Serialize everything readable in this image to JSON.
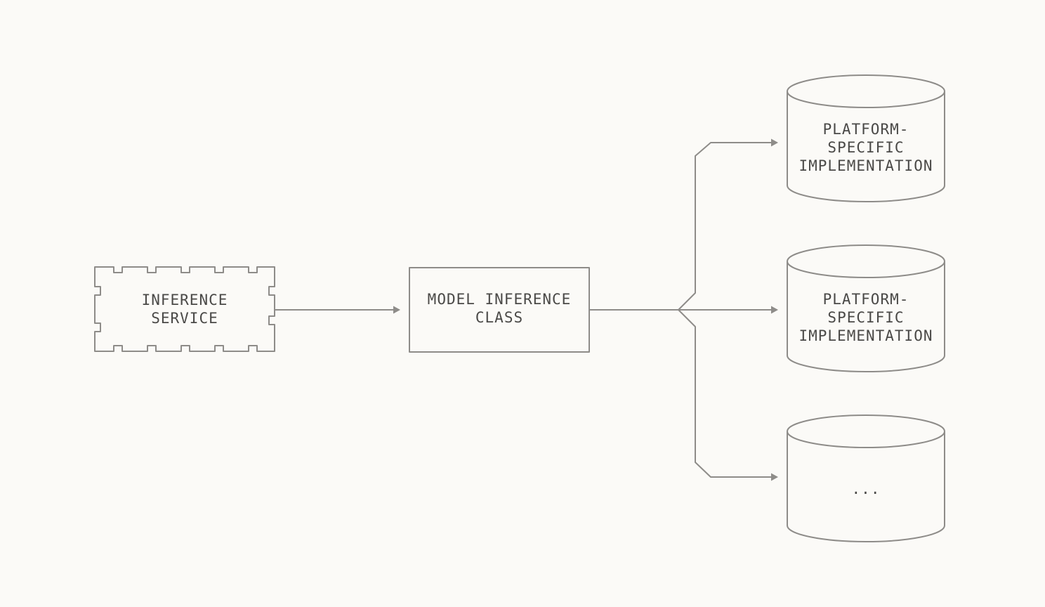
{
  "nodes": {
    "inference_service": {
      "line1": "INFERENCE",
      "line2": "SERVICE"
    },
    "model_inference_class": {
      "line1": "MODEL INFERENCE",
      "line2": "CLASS"
    },
    "platform_impl_1": {
      "line1": "PLATFORM-",
      "line2": "SPECIFIC",
      "line3": "IMPLEMENTATION"
    },
    "platform_impl_2": {
      "line1": "PLATFORM-",
      "line2": "SPECIFIC",
      "line3": "IMPLEMENTATION"
    },
    "more_impl": {
      "line1": "..."
    }
  },
  "colors": {
    "background": "#fbfaf7",
    "stroke": "#8e8c89",
    "text": "#4a4947"
  }
}
